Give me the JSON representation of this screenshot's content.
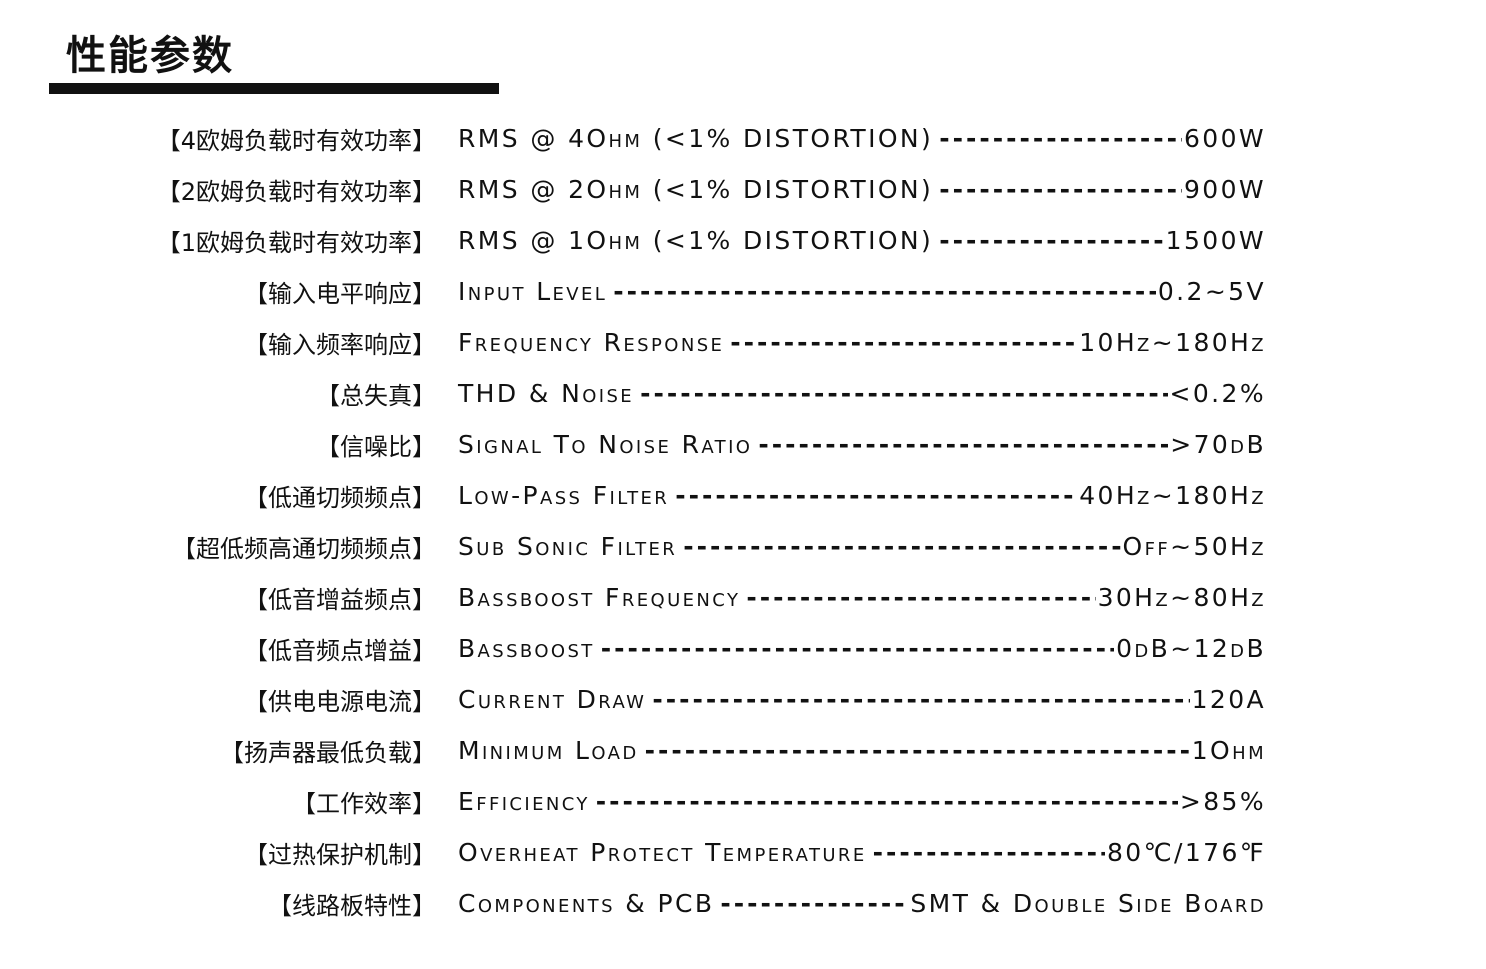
{
  "title": "性能参数",
  "specs": [
    {
      "label": "【4欧姆负载时有效功率】",
      "name": "RMS @ 4Ohm (<1% DISTORTION)",
      "value": "600W"
    },
    {
      "label": "【2欧姆负载时有效功率】",
      "name": "RMS @ 2Ohm (<1% DISTORTION)",
      "value": "900W"
    },
    {
      "label": "【1欧姆负载时有效功率】",
      "name": "RMS @ 1Ohm (<1% DISTORTION)",
      "value": "1500W"
    },
    {
      "label": "【输入电平响应】",
      "name": "Input Level",
      "value": "0.2~5V"
    },
    {
      "label": "【输入频率响应】",
      "name": "Frequency Response",
      "value": "10Hz~180Hz"
    },
    {
      "label": "【总失真】",
      "name": "THD & Noise",
      "value": "<0.2%"
    },
    {
      "label": "【信噪比】",
      "name": "Signal To Noise Ratio",
      "value": ">70dB"
    },
    {
      "label": "【低通切频频点】",
      "name": "Low-Pass Filter",
      "value": "40Hz~180Hz"
    },
    {
      "label": "【超低频高通切频频点】",
      "name": "Sub Sonic Filter",
      "value": "Off~50Hz"
    },
    {
      "label": "【低音增益频点】",
      "name": "Bassboost Frequency",
      "value": "30Hz~80Hz"
    },
    {
      "label": "【低音频点增益】",
      "name": "Bassboost",
      "value": "0dB~12dB"
    },
    {
      "label": "【供电电源电流】",
      "name": "Current Draw",
      "value": "120A"
    },
    {
      "label": "【扬声器最低负载】",
      "name": "Minimum Load",
      "value": "1Ohm"
    },
    {
      "label": "【工作效率】",
      "name": "Efficiency",
      "value": ">85%"
    },
    {
      "label": "【过热保护机制】",
      "name": "Overheat Protect Temperature",
      "value": "80℃/176℉"
    },
    {
      "label": "【线路板特性】",
      "name": "Components & PCB",
      "value": "SMT & Double Side Board"
    }
  ]
}
